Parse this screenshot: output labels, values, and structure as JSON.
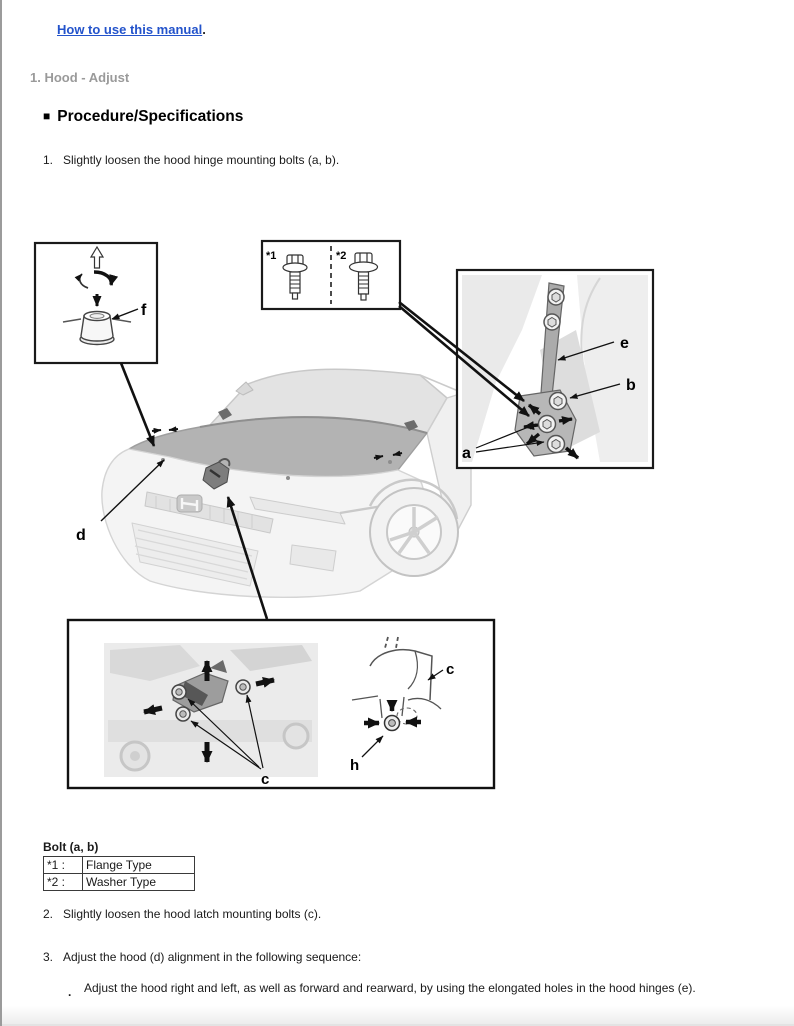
{
  "page": {
    "link_text": "How to use this manual",
    "link_suffix": ".",
    "breadcrumb_heading": "1. Hood - Adjust",
    "section_marker": "■",
    "section_title": "Procedure/Specifications"
  },
  "steps": {
    "step1_num": "1.",
    "step1_text": "Slightly loosen the hood hinge mounting bolts (a, b).",
    "step2_num": "2.",
    "step2_text": "Slightly loosen the hood latch mounting bolts (c).",
    "step3_num": "3.",
    "step3_text": "Adjust the hood (d) alignment in the following sequence:",
    "bullet_marker": ".",
    "bullet_text": "Adjust the hood right and left, as well as forward and rearward, by using the elongated holes in the hood hinges (e)."
  },
  "figure": {
    "label_f": "f",
    "label_star1": "*1",
    "label_star2": "*2",
    "label_e": "e",
    "label_b": "b",
    "label_a": "a",
    "label_d": "d",
    "label_c_latch": "c",
    "label_c_profile": "c",
    "label_h": "h"
  },
  "bolt_table": {
    "title": "Bolt (a, b)",
    "rows": [
      {
        "key": "*1 :",
        "value": "Flange Type"
      },
      {
        "key": "*2 :",
        "value": "Washer Type"
      }
    ]
  },
  "colors": {
    "link_blue": "#2353cb",
    "heading_gray": "#9a9a9a",
    "line_art": "#111111"
  }
}
